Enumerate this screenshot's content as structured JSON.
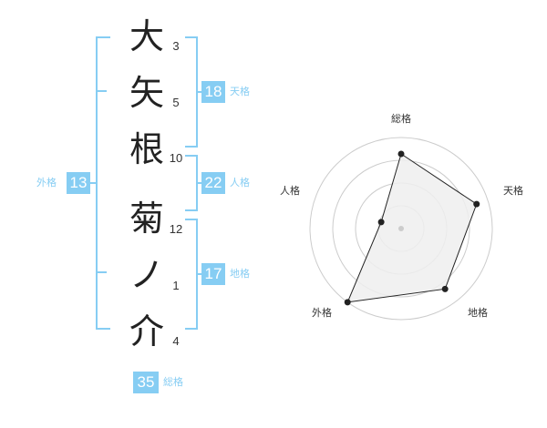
{
  "name_chars": [
    "大",
    "矢",
    "根",
    "菊",
    "ノ",
    "介"
  ],
  "stroke_counts": [
    "3",
    "5",
    "10",
    "12",
    "1",
    "4"
  ],
  "fortune": {
    "tenkaku": {
      "value": "18",
      "label": "天格"
    },
    "jinkaku": {
      "value": "22",
      "label": "人格"
    },
    "chikaku": {
      "value": "17",
      "label": "地格"
    },
    "gaikaku": {
      "value": "13",
      "label": "外格"
    },
    "soukaku": {
      "value": "35",
      "label": "総格"
    }
  },
  "colors": {
    "accent": "#86cdf3",
    "radar_fill": "#eeeeee",
    "radar_line": "#222222",
    "grid": "#cccccc"
  },
  "chart_data": {
    "type": "radar",
    "axes": [
      "総格",
      "天格",
      "地格",
      "外格",
      "人格"
    ],
    "values": [
      0.82,
      0.87,
      0.82,
      1.0,
      0.23
    ],
    "rings": 4
  }
}
